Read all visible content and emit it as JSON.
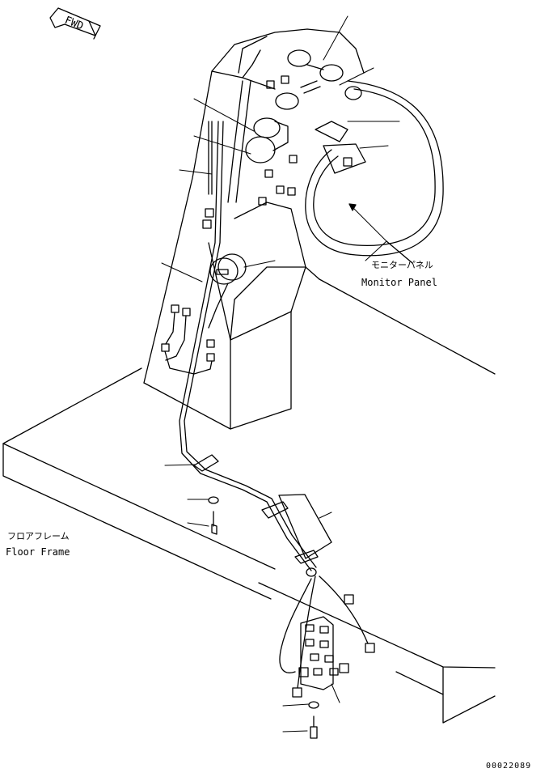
{
  "fwd_label": "FWD",
  "callouts": {
    "monitor_panel_jp": "モニターパネル",
    "monitor_panel_en": "Monitor Panel",
    "floor_frame_jp": "フロアフレーム",
    "floor_frame_en": "Floor Frame"
  },
  "drawing_number": "00022089",
  "colors": {
    "line": "#000000",
    "background": "#ffffff"
  }
}
